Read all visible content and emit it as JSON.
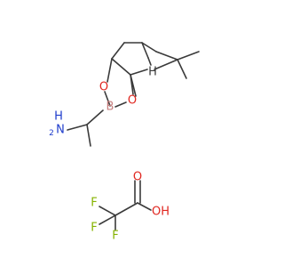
{
  "molecules": [
    {
      "name": "boronic ester amine",
      "atoms": {
        "N": {
          "text": "N",
          "color": "#1f3dcc"
        },
        "H2": {
          "text": "H",
          "color": "#1f3dcc"
        },
        "B": {
          "text": "B",
          "color": "#c77f7f"
        },
        "O1": {
          "text": "O",
          "color": "#e0261f"
        },
        "O2": {
          "text": "O",
          "color": "#e0261f"
        },
        "Hb": {
          "text": "H",
          "color": "#3a3a3a"
        }
      }
    },
    {
      "name": "trifluoroacetic acid",
      "atoms": {
        "Od": {
          "text": "O",
          "color": "#e0261f"
        },
        "OH": {
          "text": "OH",
          "color": "#e0261f"
        },
        "F1": {
          "text": "F",
          "color": "#86b300"
        },
        "F2": {
          "text": "F",
          "color": "#86b300"
        },
        "F3": {
          "text": "F",
          "color": "#86b300"
        }
      }
    }
  ]
}
